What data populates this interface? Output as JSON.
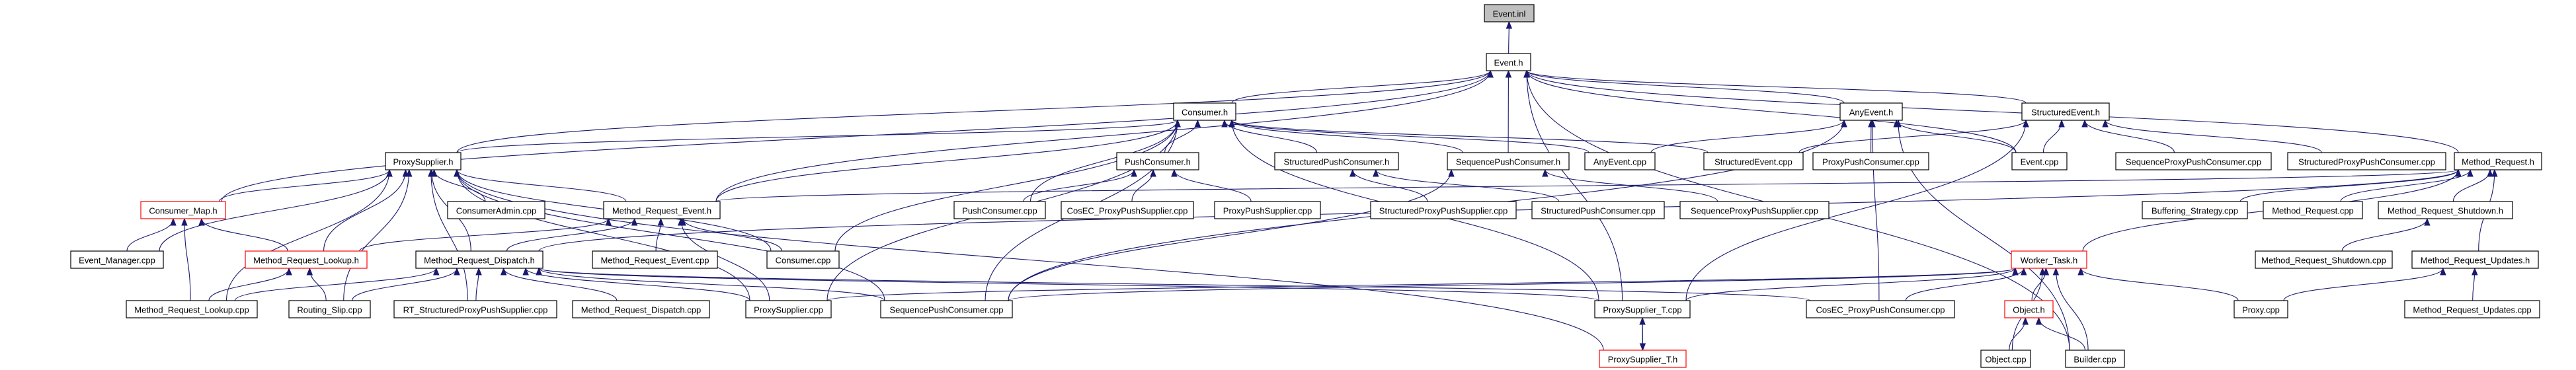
{
  "title": "Event.inl",
  "colors": {
    "edge": "#191970",
    "truncated_border": "#ff0000",
    "current_fill": "#bfbfbf"
  },
  "nodes": [
    {
      "id": "event_inl",
      "label": "Event.inl",
      "kind": "current"
    },
    {
      "id": "event_h",
      "label": "Event.h"
    },
    {
      "id": "consumer_h",
      "label": "Consumer.h"
    },
    {
      "id": "anyevent_h",
      "label": "AnyEvent.h"
    },
    {
      "id": "structuredevent_h",
      "label": "StructuredEvent.h"
    },
    {
      "id": "proxysupplier_h",
      "label": "ProxySupplier.h"
    },
    {
      "id": "pushconsumer_h",
      "label": "PushConsumer.h"
    },
    {
      "id": "structuredpushconsumer_h",
      "label": "StructuredPushConsumer.h"
    },
    {
      "id": "sequencepushconsumer_h",
      "label": "SequencePushConsumer.h"
    },
    {
      "id": "anyevent_cpp",
      "label": "AnyEvent.cpp"
    },
    {
      "id": "structuredevent_cpp",
      "label": "StructuredEvent.cpp"
    },
    {
      "id": "proxypushconsumer_cpp",
      "label": "ProxyPushConsumer.cpp"
    },
    {
      "id": "event_cpp",
      "label": "Event.cpp"
    },
    {
      "id": "sequenceproxypushconsumer_cpp",
      "label": "SequenceProxyPushConsumer.cpp"
    },
    {
      "id": "structuredproxypushconsumer_cpp",
      "label": "StructuredProxyPushConsumer.cpp"
    },
    {
      "id": "method_request_h",
      "label": "Method_Request.h"
    },
    {
      "id": "consumer_map_h",
      "label": "Consumer_Map.h",
      "kind": "truncated"
    },
    {
      "id": "consumeradmin_cpp",
      "label": "ConsumerAdmin.cpp"
    },
    {
      "id": "method_request_event_h",
      "label": "Method_Request_Event.h"
    },
    {
      "id": "pushconsumer_cpp",
      "label": "PushConsumer.cpp"
    },
    {
      "id": "cosec_proxypushsupplier_cpp",
      "label": "CosEC_ProxyPushSupplier.cpp"
    },
    {
      "id": "proxypushsupplier_cpp",
      "label": "ProxyPushSupplier.cpp"
    },
    {
      "id": "structuredproxypushsupplier_cpp",
      "label": "StructuredProxyPushSupplier.cpp"
    },
    {
      "id": "structuredpushconsumer_cpp",
      "label": "StructuredPushConsumer.cpp"
    },
    {
      "id": "sequenceproxypushsupplier_cpp",
      "label": "SequenceProxyPushSupplier.cpp"
    },
    {
      "id": "buffering_strategy_cpp",
      "label": "Buffering_Strategy.cpp"
    },
    {
      "id": "method_request_cpp",
      "label": "Method_Request.cpp"
    },
    {
      "id": "method_request_shutdown_h",
      "label": "Method_Request_Shutdown.h"
    },
    {
      "id": "event_manager_cpp",
      "label": "Event_Manager.cpp"
    },
    {
      "id": "method_request_lookup_h",
      "label": "Method_Request_Lookup.h",
      "kind": "truncated"
    },
    {
      "id": "method_request_dispatch_h",
      "label": "Method_Request_Dispatch.h"
    },
    {
      "id": "method_request_event_cpp",
      "label": "Method_Request_Event.cpp"
    },
    {
      "id": "consumer_cpp",
      "label": "Consumer.cpp"
    },
    {
      "id": "worker_task_h",
      "label": "Worker_Task.h",
      "kind": "truncated"
    },
    {
      "id": "method_request_shutdown_cpp",
      "label": "Method_Request_Shutdown.cpp"
    },
    {
      "id": "method_request_updates_h",
      "label": "Method_Request_Updates.h"
    },
    {
      "id": "method_request_lookup_cpp",
      "label": "Method_Request_Lookup.cpp"
    },
    {
      "id": "routing_slip_cpp",
      "label": "Routing_Slip.cpp"
    },
    {
      "id": "rt_structuredproxypushsupplier_cpp",
      "label": "RT_StructuredProxyPushSupplier.cpp"
    },
    {
      "id": "method_request_dispatch_cpp",
      "label": "Method_Request_Dispatch.cpp"
    },
    {
      "id": "proxysupplier_cpp",
      "label": "ProxySupplier.cpp"
    },
    {
      "id": "sequencepushconsumer_cpp",
      "label": "SequencePushConsumer.cpp"
    },
    {
      "id": "proxysupplier_t_cpp",
      "label": "ProxySupplier_T.cpp"
    },
    {
      "id": "cosec_proxypushconsumer_cpp",
      "label": "CosEC_ProxyPushConsumer.cpp"
    },
    {
      "id": "object_h",
      "label": "Object.h",
      "kind": "truncated"
    },
    {
      "id": "proxy_cpp",
      "label": "Proxy.cpp"
    },
    {
      "id": "method_request_updates_cpp",
      "label": "Method_Request_Updates.cpp"
    },
    {
      "id": "proxysupplier_t_h",
      "label": "ProxySupplier_T.h",
      "kind": "truncated"
    },
    {
      "id": "object_cpp",
      "label": "Object.cpp"
    },
    {
      "id": "builder_cpp",
      "label": "Builder.cpp"
    }
  ],
  "edges": [
    [
      "event_h",
      "event_inl"
    ],
    [
      "consumer_h",
      "event_h"
    ],
    [
      "anyevent_h",
      "event_h"
    ],
    [
      "structuredevent_h",
      "event_h"
    ],
    [
      "proxysupplier_h",
      "event_h"
    ],
    [
      "sequencepushconsumer_h",
      "event_h"
    ],
    [
      "event_cpp",
      "event_h"
    ],
    [
      "method_request_h",
      "event_h"
    ],
    [
      "builder_cpp",
      "event_h"
    ],
    [
      "method_request_event_h",
      "event_h"
    ],
    [
      "proxysupplier_t_cpp",
      "event_h"
    ],
    [
      "consumer_map_h",
      "event_h"
    ],
    [
      "pushconsumer_h",
      "consumer_h"
    ],
    [
      "structuredpushconsumer_h",
      "consumer_h"
    ],
    [
      "sequencepushconsumer_h",
      "consumer_h"
    ],
    [
      "anyevent_cpp",
      "consumer_h"
    ],
    [
      "structuredevent_cpp",
      "consumer_h"
    ],
    [
      "proxysupplier_h",
      "consumer_h"
    ],
    [
      "pushconsumer_cpp",
      "consumer_h"
    ],
    [
      "consumer_cpp",
      "consumer_h"
    ],
    [
      "proxysupplier_t_cpp",
      "consumer_h"
    ],
    [
      "sequencepushconsumer_cpp",
      "consumer_h"
    ],
    [
      "proxysupplier_cpp",
      "consumer_h"
    ],
    [
      "method_request_event_h",
      "consumer_h"
    ],
    [
      "anyevent_cpp",
      "anyevent_h"
    ],
    [
      "proxypushconsumer_cpp",
      "anyevent_h"
    ],
    [
      "event_cpp",
      "anyevent_h"
    ],
    [
      "sequencepushconsumer_cpp",
      "anyevent_h"
    ],
    [
      "cosec_proxypushconsumer_cpp",
      "anyevent_h"
    ],
    [
      "builder_cpp",
      "anyevent_h"
    ],
    [
      "structuredevent_cpp",
      "structuredevent_h"
    ],
    [
      "event_cpp",
      "structuredevent_h"
    ],
    [
      "sequenceproxypushconsumer_cpp",
      "structuredevent_h"
    ],
    [
      "structuredproxypushconsumer_cpp",
      "structuredevent_h"
    ],
    [
      "proxysupplier_t_cpp",
      "structuredevent_h"
    ],
    [
      "consumer_map_h",
      "proxysupplier_h"
    ],
    [
      "consumeradmin_cpp",
      "proxysupplier_h"
    ],
    [
      "method_request_event_h",
      "proxysupplier_h"
    ],
    [
      "event_manager_cpp",
      "proxysupplier_h"
    ],
    [
      "method_request_lookup_h",
      "proxysupplier_h"
    ],
    [
      "method_request_dispatch_h",
      "proxysupplier_h"
    ],
    [
      "consumer_cpp",
      "proxysupplier_h"
    ],
    [
      "method_request_lookup_cpp",
      "proxysupplier_h"
    ],
    [
      "routing_slip_cpp",
      "proxysupplier_h"
    ],
    [
      "rt_structuredproxypushsupplier_cpp",
      "proxysupplier_h"
    ],
    [
      "proxysupplier_cpp",
      "proxysupplier_h"
    ],
    [
      "sequencepushconsumer_cpp",
      "proxysupplier_h"
    ],
    [
      "proxysupplier_t_h",
      "proxysupplier_h"
    ],
    [
      "pushconsumer_cpp",
      "pushconsumer_h"
    ],
    [
      "cosec_proxypushsupplier_cpp",
      "pushconsumer_h"
    ],
    [
      "proxypushsupplier_cpp",
      "pushconsumer_h"
    ],
    [
      "structuredproxypushsupplier_cpp",
      "structuredpushconsumer_h"
    ],
    [
      "structuredpushconsumer_cpp",
      "structuredpushconsumer_h"
    ],
    [
      "sequenceproxypushsupplier_cpp",
      "sequencepushconsumer_h"
    ],
    [
      "sequencepushconsumer_cpp",
      "sequencepushconsumer_h"
    ],
    [
      "buffering_strategy_cpp",
      "method_request_h"
    ],
    [
      "method_request_cpp",
      "method_request_h"
    ],
    [
      "method_request_shutdown_h",
      "method_request_h"
    ],
    [
      "method_request_updates_h",
      "method_request_h"
    ],
    [
      "method_request_event_h",
      "method_request_h"
    ],
    [
      "worker_task_h",
      "method_request_h"
    ],
    [
      "method_request_dispatch_h",
      "method_request_h"
    ],
    [
      "event_manager_cpp",
      "consumer_map_h"
    ],
    [
      "method_request_lookup_cpp",
      "consumer_map_h"
    ],
    [
      "method_request_lookup_h",
      "consumer_map_h"
    ],
    [
      "method_request_dispatch_h",
      "method_request_event_h"
    ],
    [
      "method_request_event_cpp",
      "method_request_event_h"
    ],
    [
      "consumer_cpp",
      "method_request_event_h"
    ],
    [
      "proxysupplier_cpp",
      "method_request_event_h"
    ],
    [
      "method_request_lookup_h",
      "method_request_event_h"
    ],
    [
      "method_request_shutdown_cpp",
      "method_request_shutdown_h"
    ],
    [
      "method_request_lookup_cpp",
      "method_request_lookup_h"
    ],
    [
      "routing_slip_cpp",
      "method_request_lookup_h"
    ],
    [
      "method_request_lookup_cpp",
      "method_request_dispatch_h"
    ],
    [
      "routing_slip_cpp",
      "method_request_dispatch_h"
    ],
    [
      "rt_structuredproxypushsupplier_cpp",
      "method_request_dispatch_h"
    ],
    [
      "method_request_dispatch_cpp",
      "method_request_dispatch_h"
    ],
    [
      "proxysupplier_cpp",
      "method_request_dispatch_h"
    ],
    [
      "sequencepushconsumer_cpp",
      "method_request_dispatch_h"
    ],
    [
      "proxysupplier_t_cpp",
      "method_request_dispatch_h"
    ],
    [
      "cosec_proxypushconsumer_cpp",
      "method_request_dispatch_h"
    ],
    [
      "sequencepushconsumer_cpp",
      "worker_task_h"
    ],
    [
      "proxysupplier_t_cpp",
      "worker_task_h"
    ],
    [
      "cosec_proxypushconsumer_cpp",
      "worker_task_h"
    ],
    [
      "object_h",
      "worker_task_h"
    ],
    [
      "object_cpp",
      "worker_task_h"
    ],
    [
      "builder_cpp",
      "worker_task_h"
    ],
    [
      "proxy_cpp",
      "worker_task_h"
    ],
    [
      "proxysupplier_cpp",
      "worker_task_h"
    ],
    [
      "proxy_cpp",
      "method_request_updates_h"
    ],
    [
      "method_request_updates_cpp",
      "method_request_updates_h"
    ],
    [
      "object_cpp",
      "object_h"
    ],
    [
      "builder_cpp",
      "object_h"
    ],
    [
      "proxysupplier_t_h",
      "proxysupplier_t_cpp"
    ],
    [
      "proxysupplier_t_cpp",
      "proxysupplier_t_h"
    ]
  ]
}
